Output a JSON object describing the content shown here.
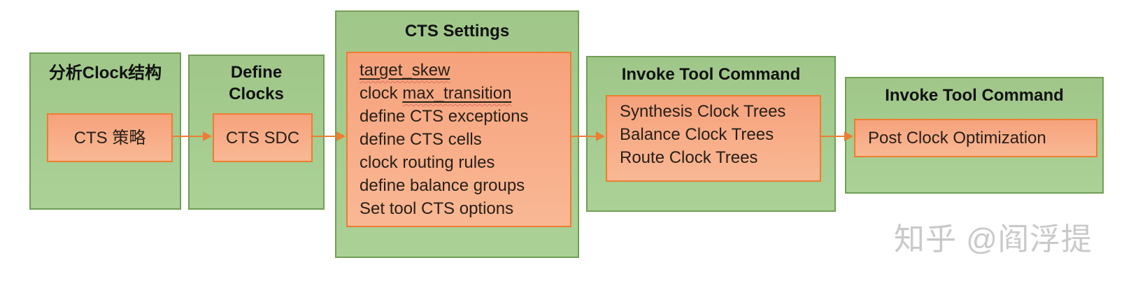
{
  "colors": {
    "green_fill_top": "#a0c789",
    "green_fill_bottom": "#abd197",
    "green_border": "#719e54",
    "orange_fill_top": "#f6a27c",
    "orange_fill_bottom": "#f9b894",
    "orange_border": "#ed7d31",
    "arrow": "#ed7d31",
    "title_text": "#111111",
    "body_text": "#272019",
    "spell_wave": "#e06c62",
    "watermark": "#c9c9c9"
  },
  "flow": {
    "steps": [
      {
        "id": "analyze-clock-structure",
        "title": "分析Clock结构",
        "lines": [
          [
            {
              "t": "CTS 策略"
            }
          ]
        ]
      },
      {
        "id": "define-clocks",
        "title": "Define\nClocks",
        "lines": [
          [
            {
              "t": "CTS SDC"
            }
          ]
        ]
      },
      {
        "id": "cts-settings",
        "title": "CTS Settings",
        "lines": [
          [
            {
              "t": "target_skew",
              "u": true,
              "spell": true
            }
          ],
          [
            {
              "t": "clock "
            },
            {
              "t": "max_transition",
              "u": true,
              "spell": true
            }
          ],
          [
            {
              "t": "define CTS exceptions"
            }
          ],
          [
            {
              "t": "define CTS cells"
            }
          ],
          [
            {
              "t": "clock routing rules"
            }
          ],
          [
            {
              "t": "define balance groups"
            }
          ],
          [
            {
              "t": "Set tool CTS options"
            }
          ]
        ]
      },
      {
        "id": "invoke-tool-command-1",
        "title": "Invoke Tool Command",
        "lines": [
          [
            {
              "t": "Synthesis Clock Trees"
            }
          ],
          [
            {
              "t": "Balance Clock Trees"
            }
          ],
          [
            {
              "t": "Route Clock Trees"
            }
          ]
        ]
      },
      {
        "id": "invoke-tool-command-2",
        "title": "Invoke Tool Command",
        "lines": [
          [
            {
              "t": "Post Clock Optimization"
            }
          ]
        ]
      }
    ]
  },
  "watermark": {
    "text": "知乎 @阎浮提"
  }
}
